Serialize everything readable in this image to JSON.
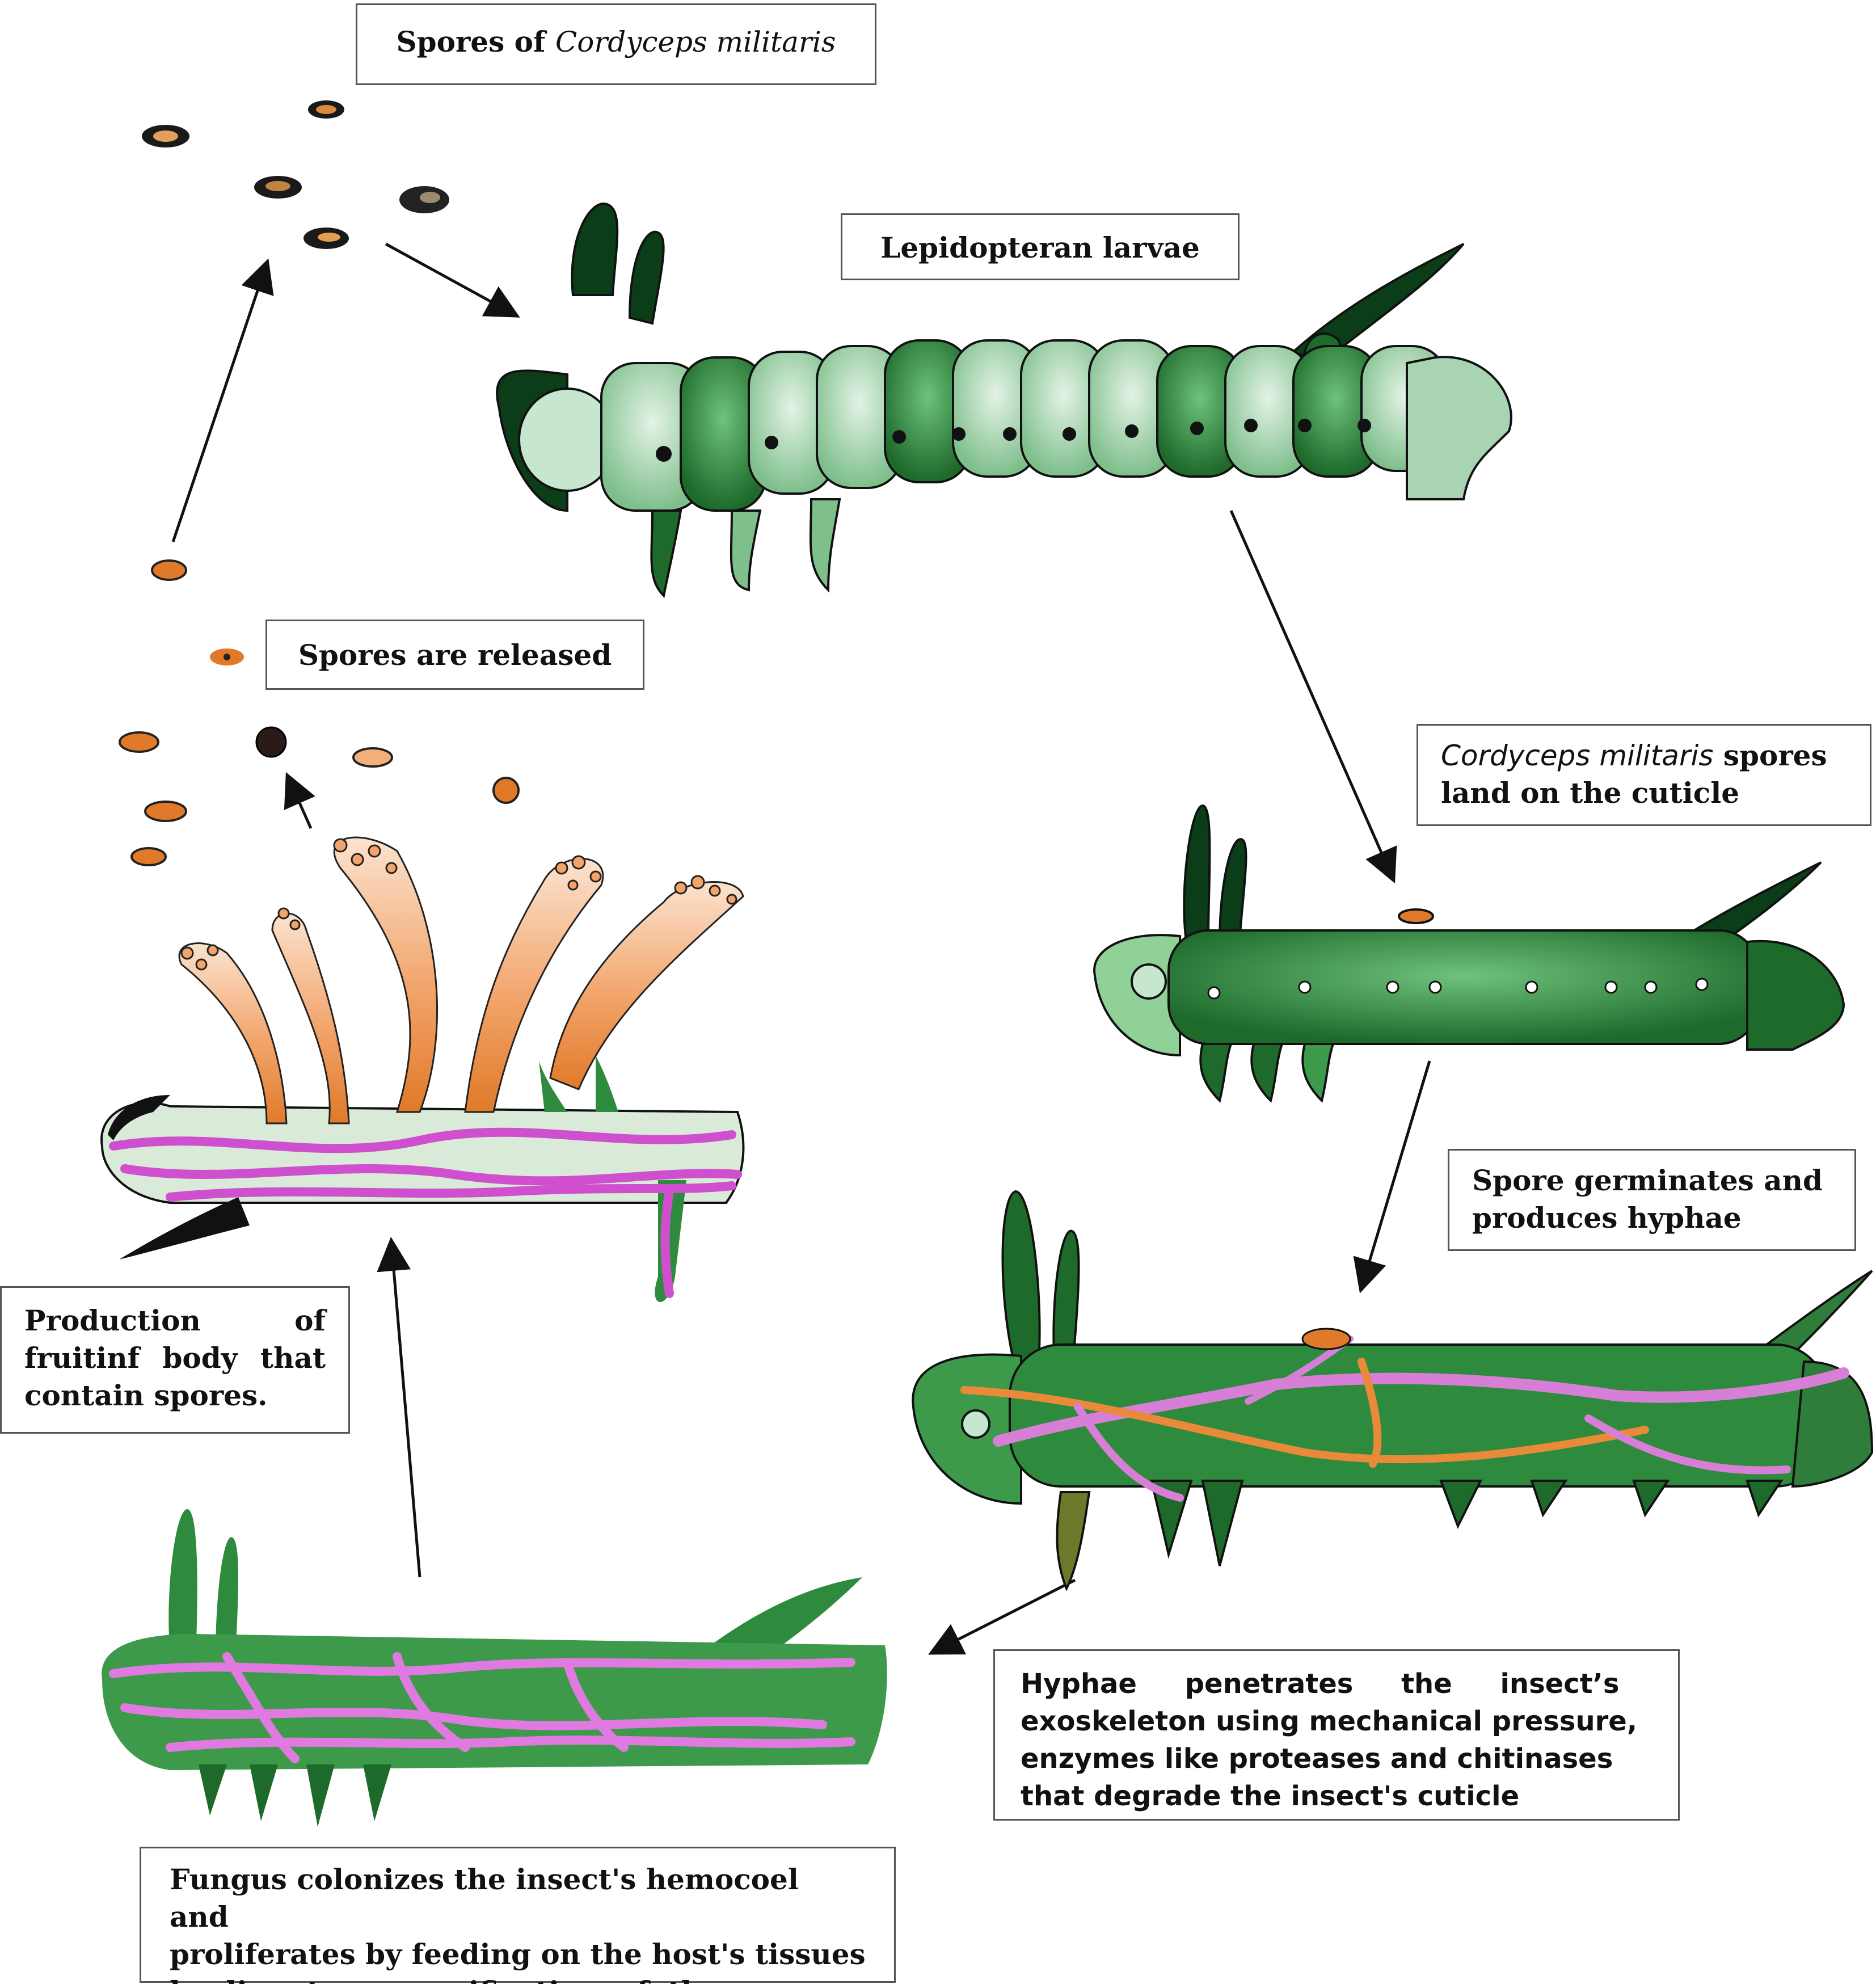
{
  "labels": {
    "spores_title_prefix": "Spores of",
    "spores_title_species": "Cordyceps militaris",
    "larvae": "Lepidopteran larvae",
    "spores_released": "Spores are released",
    "land_species": "Cordyceps militaris",
    "land_rest_line1": "spores",
    "land_line2": "land on the cuticle",
    "germinate_line1": "Spore germinates and",
    "germinate_line2": "produces hyphae",
    "fruiting_line1_a": "Production",
    "fruiting_line1_b": "of",
    "fruiting_line2_a": "fruitinf",
    "fruiting_line2_b": "body",
    "fruiting_line2_c": "that",
    "fruiting_line3": "contain spores.",
    "hyphae_line1": "Hyphae penetrates the insect’s",
    "hyphae_line2": "exoskeleton using mechanical pressure,",
    "hyphae_line3": "enzymes like proteases and chitinases",
    "hyphae_line4": "that degrade the insect's cuticle",
    "colonize_line1": "Fungus colonizes the insect's hemocoel and",
    "colonize_line2": "proliferates by feeding on the host's tissues",
    "colonize_line3": "leading to mummification of the"
  },
  "colors": {
    "larva_light": "#a9d4b4",
    "larva_mid": "#3c9a4a",
    "larva_dark": "#0b3d18",
    "spore_orange": "#e07a2a",
    "hyphae_pink": "#d77fd6",
    "hyphae_orange": "#e98a3a",
    "arrow": "#111111"
  }
}
